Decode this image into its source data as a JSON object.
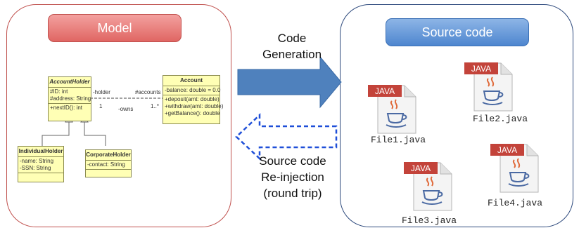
{
  "model": {
    "title": "Model",
    "classes": [
      {
        "name": "AccountHolder",
        "abstract": true,
        "attributes": [
          "#ID: int",
          "#address: String"
        ],
        "operations": [
          "+nextID(): int"
        ]
      },
      {
        "name": "Account",
        "abstract": false,
        "attributes": [
          "-balance: double = 0.0"
        ],
        "operations": [
          "+deposit(amt: double)",
          "+withdraw(amt: double)",
          "+getBalance(): double"
        ]
      },
      {
        "name": "IndividualHolder",
        "abstract": false,
        "attributes": [
          "-name: String",
          "-SSN: String"
        ],
        "operations": []
      },
      {
        "name": "CorporateHolder",
        "abstract": false,
        "attributes": [
          "-contact: String"
        ],
        "operations": []
      }
    ],
    "association": {
      "role_left": "-holder",
      "role_right": "#accounts",
      "mult_left": "1",
      "mult_right": "1..*",
      "name": "-owns"
    }
  },
  "arrows": {
    "generation": {
      "label": "Code Generation",
      "line1": "Code",
      "line2": "Generation",
      "fill": "#4f81bd"
    },
    "reinjection": {
      "line1": "Source code",
      "line2": "Re-injection",
      "line3": "(round trip)",
      "stroke": "#1f4fd8"
    }
  },
  "source": {
    "title": "Source code",
    "files": [
      {
        "name": "File1.java",
        "badge": "JAVA"
      },
      {
        "name": "File2.java",
        "badge": "JAVA"
      },
      {
        "name": "File3.java",
        "badge": "JAVA"
      },
      {
        "name": "File4.java",
        "badge": "JAVA"
      }
    ]
  },
  "colors": {
    "model_border": "#c0504d",
    "source_border": "#2e4a7d",
    "java_badge": "#c3433a",
    "java_cup": "#4b6aa3",
    "uml_fill": "#ffffb5"
  }
}
